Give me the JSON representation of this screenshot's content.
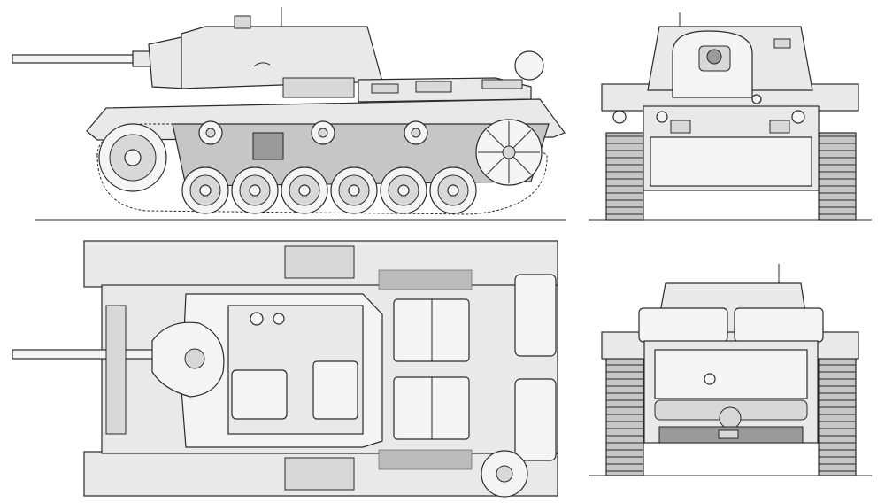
{
  "drawing": {
    "views": [
      {
        "id": "side",
        "label": ""
      },
      {
        "id": "front",
        "label": ""
      },
      {
        "id": "top",
        "label": ""
      },
      {
        "id": "rear",
        "label": ""
      }
    ],
    "colors": {
      "line": "#2a2a2a",
      "hull_light": "#e9e9e9",
      "hull_shadow": "#c6c6c6",
      "background": "#ffffff"
    },
    "road_wheels_per_side": 6,
    "return_rollers_per_side": 3
  }
}
